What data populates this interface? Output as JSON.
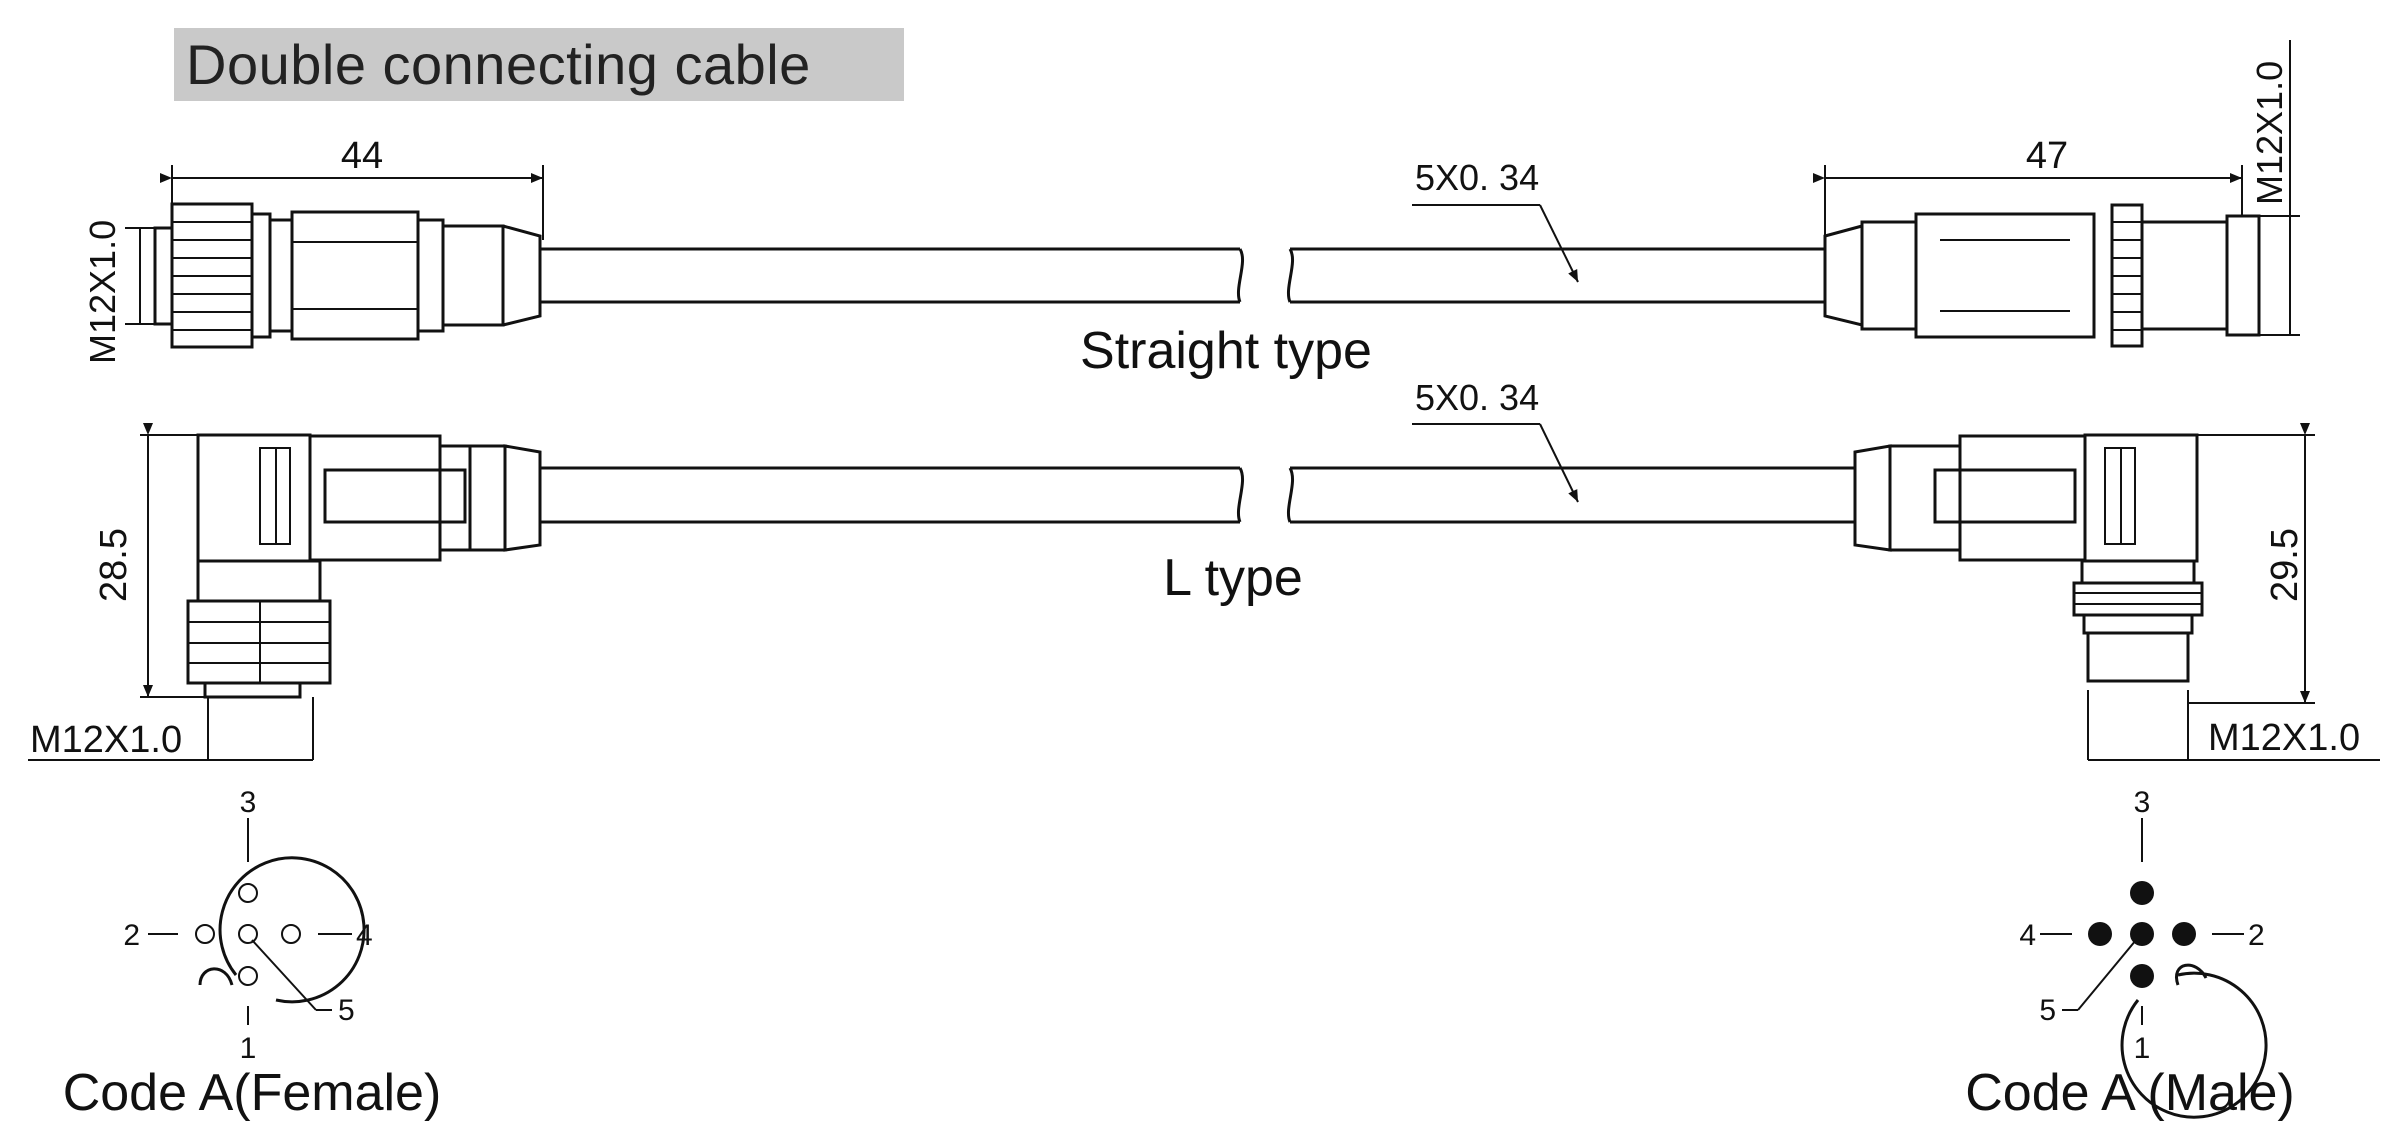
{
  "title": "Double connecting cable",
  "straight": {
    "left_length": "44",
    "right_length": "47",
    "left_thread": "M12X1.0",
    "right_thread": "M12X1.0",
    "cable_spec": "5X0. 34",
    "type_label": "Straight type"
  },
  "ltype": {
    "left_height": "28.5",
    "right_height": "29.5",
    "left_thread": "M12X1.0",
    "right_thread": "M12X1.0",
    "cable_spec": "5X0. 34",
    "type_label": "L type"
  },
  "female": {
    "caption": "Code A(Female)",
    "pin_top": "3",
    "pin_left": "2",
    "pin_right": "4",
    "pin_bottom_right": "5",
    "pin_bottom": "1"
  },
  "male": {
    "caption": "Code A (Male)",
    "pin_top": "3",
    "pin_left": "4",
    "pin_right": "2",
    "pin_bottom_left": "5",
    "pin_bottom": "1"
  }
}
